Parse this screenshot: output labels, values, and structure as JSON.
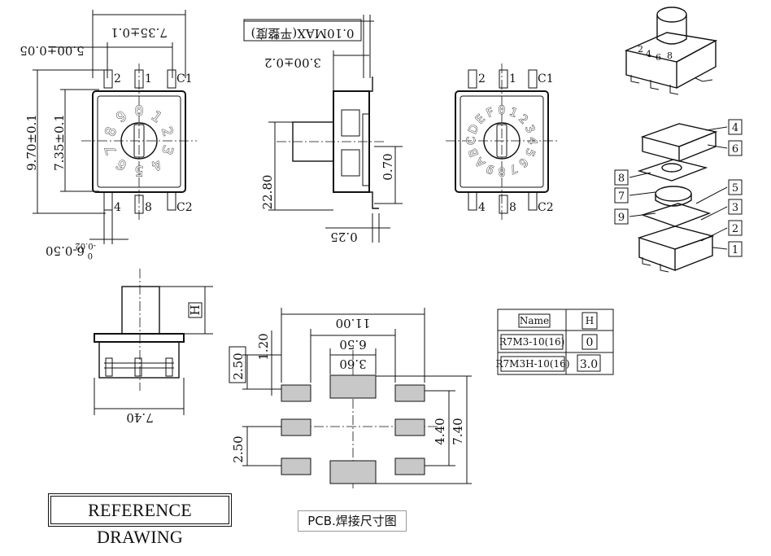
{
  "top_view": {
    "dim_width": "7.35±0.1",
    "dim_lead_span": "5.00±0.05",
    "dim_height": "9.70±0.1",
    "dim_body": "7.35±0.1",
    "dim_pins": "6-0.50",
    "dim_pins_tol_upper": "0",
    "dim_pins_tol_lower": "-0.02",
    "pins": [
      "2",
      "1",
      "C1",
      "4",
      "8",
      "C2"
    ],
    "dial_digits": [
      "0",
      "1",
      "2",
      "3",
      "4",
      "5",
      "6",
      "7",
      "8",
      "9"
    ]
  },
  "side_view": {
    "dim_flatness": "0.10MAX(平整度)",
    "dim_lead": "3.00±0.2",
    "dim_total": "22.80",
    "dim_shaft": "0.70",
    "dim_foot": "0.25"
  },
  "hex_view": {
    "pins": [
      "2",
      "1",
      "C1",
      "4",
      "8",
      "C2"
    ],
    "dial_digits": [
      "0",
      "1",
      "2",
      "3",
      "4",
      "5",
      "6",
      "7",
      "8",
      "9",
      "A",
      "B",
      "C",
      "D",
      "E",
      "F"
    ]
  },
  "exploded_view": {
    "callouts": [
      "4",
      "6",
      "8",
      "7",
      "5",
      "9",
      "3",
      "2",
      "1"
    ]
  },
  "front_view": {
    "dim_h": "H",
    "dim_width": "7.40"
  },
  "pcb_layout": {
    "dim_outer": "11.00",
    "dim_mid": "6.50",
    "dim_inner": "3.60",
    "dim_pitch_a": "2.50",
    "dim_pad_offset": "1.20",
    "dim_pitch_b": "2.50",
    "dim_pad_span": "4.40",
    "dim_total_height": "7.40"
  },
  "spec_table": {
    "header": [
      "Name",
      "H"
    ],
    "rows": [
      [
        "R7M3-10(16)",
        "0"
      ],
      [
        "R7M3H-10(16)",
        "3.0"
      ]
    ]
  },
  "labels": {
    "title": "REFERENCE DRAWING",
    "pcb_caption": "PCB.焊接尺寸图"
  }
}
